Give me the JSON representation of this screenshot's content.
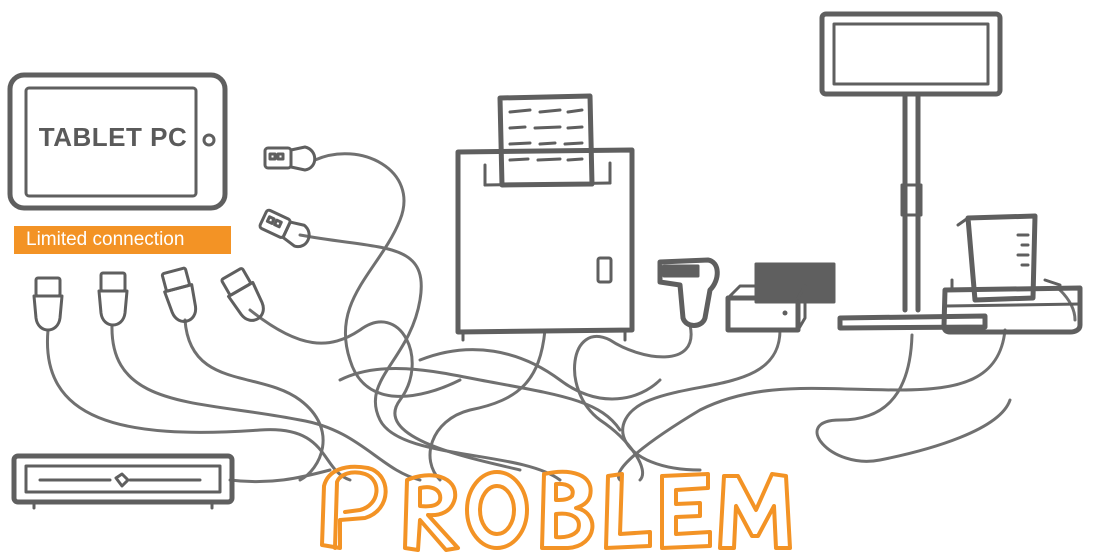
{
  "tablet": {
    "label": "TABLET PC"
  },
  "badge": {
    "label": "Limited connection"
  },
  "headline": {
    "text": "PROBLEM"
  },
  "colors": {
    "accent": "#f39325",
    "ink": "#5f5f5f",
    "background": "#ffffff"
  },
  "devices": [
    "tablet-icon",
    "usb-plug-icon",
    "receipt-printer-icon",
    "barcode-scanner-icon",
    "cash-drawer-icon",
    "customer-display-icon",
    "scale-icon",
    "router-icon"
  ]
}
